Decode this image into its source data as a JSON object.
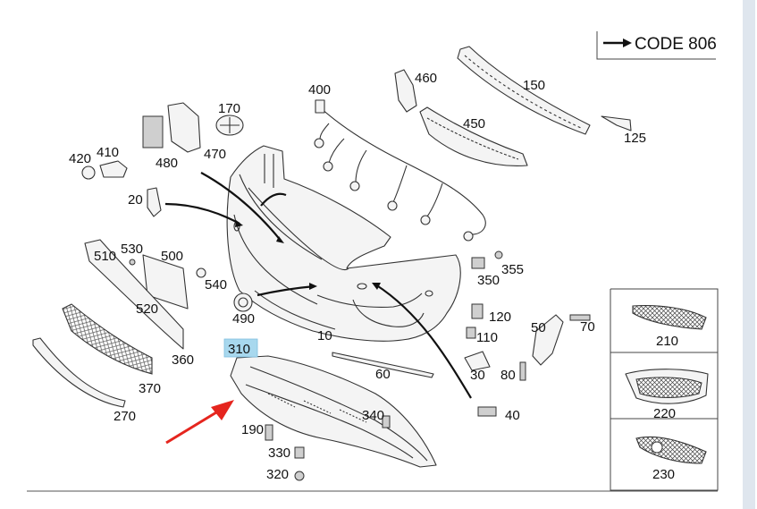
{
  "code_label": "CODE 806",
  "highlighted_part": "310",
  "accent_colors": {
    "highlight": "#a8d8ee",
    "pointer_arrow": "#e5251e"
  },
  "parts": {
    "p10": "10",
    "p20": "20",
    "p30": "30",
    "p40": "40",
    "p50": "50",
    "p60": "60",
    "p70": "70",
    "p80": "80",
    "p110": "110",
    "p120": "120",
    "p125": "125",
    "p150": "150",
    "p170": "170",
    "p190": "190",
    "p210": "210",
    "p220": "220",
    "p230": "230",
    "p270": "270",
    "p310": "310",
    "p320": "320",
    "p330": "330",
    "p340": "340",
    "p350": "350",
    "p355": "355",
    "p360": "360",
    "p370": "370",
    "p400": "400",
    "p410": "410",
    "p420": "420",
    "p450": "450",
    "p460": "460",
    "p470": "470",
    "p480": "480",
    "p490": "490",
    "p500": "500",
    "p510": "510",
    "p520": "520",
    "p530": "530",
    "p540": "540"
  }
}
